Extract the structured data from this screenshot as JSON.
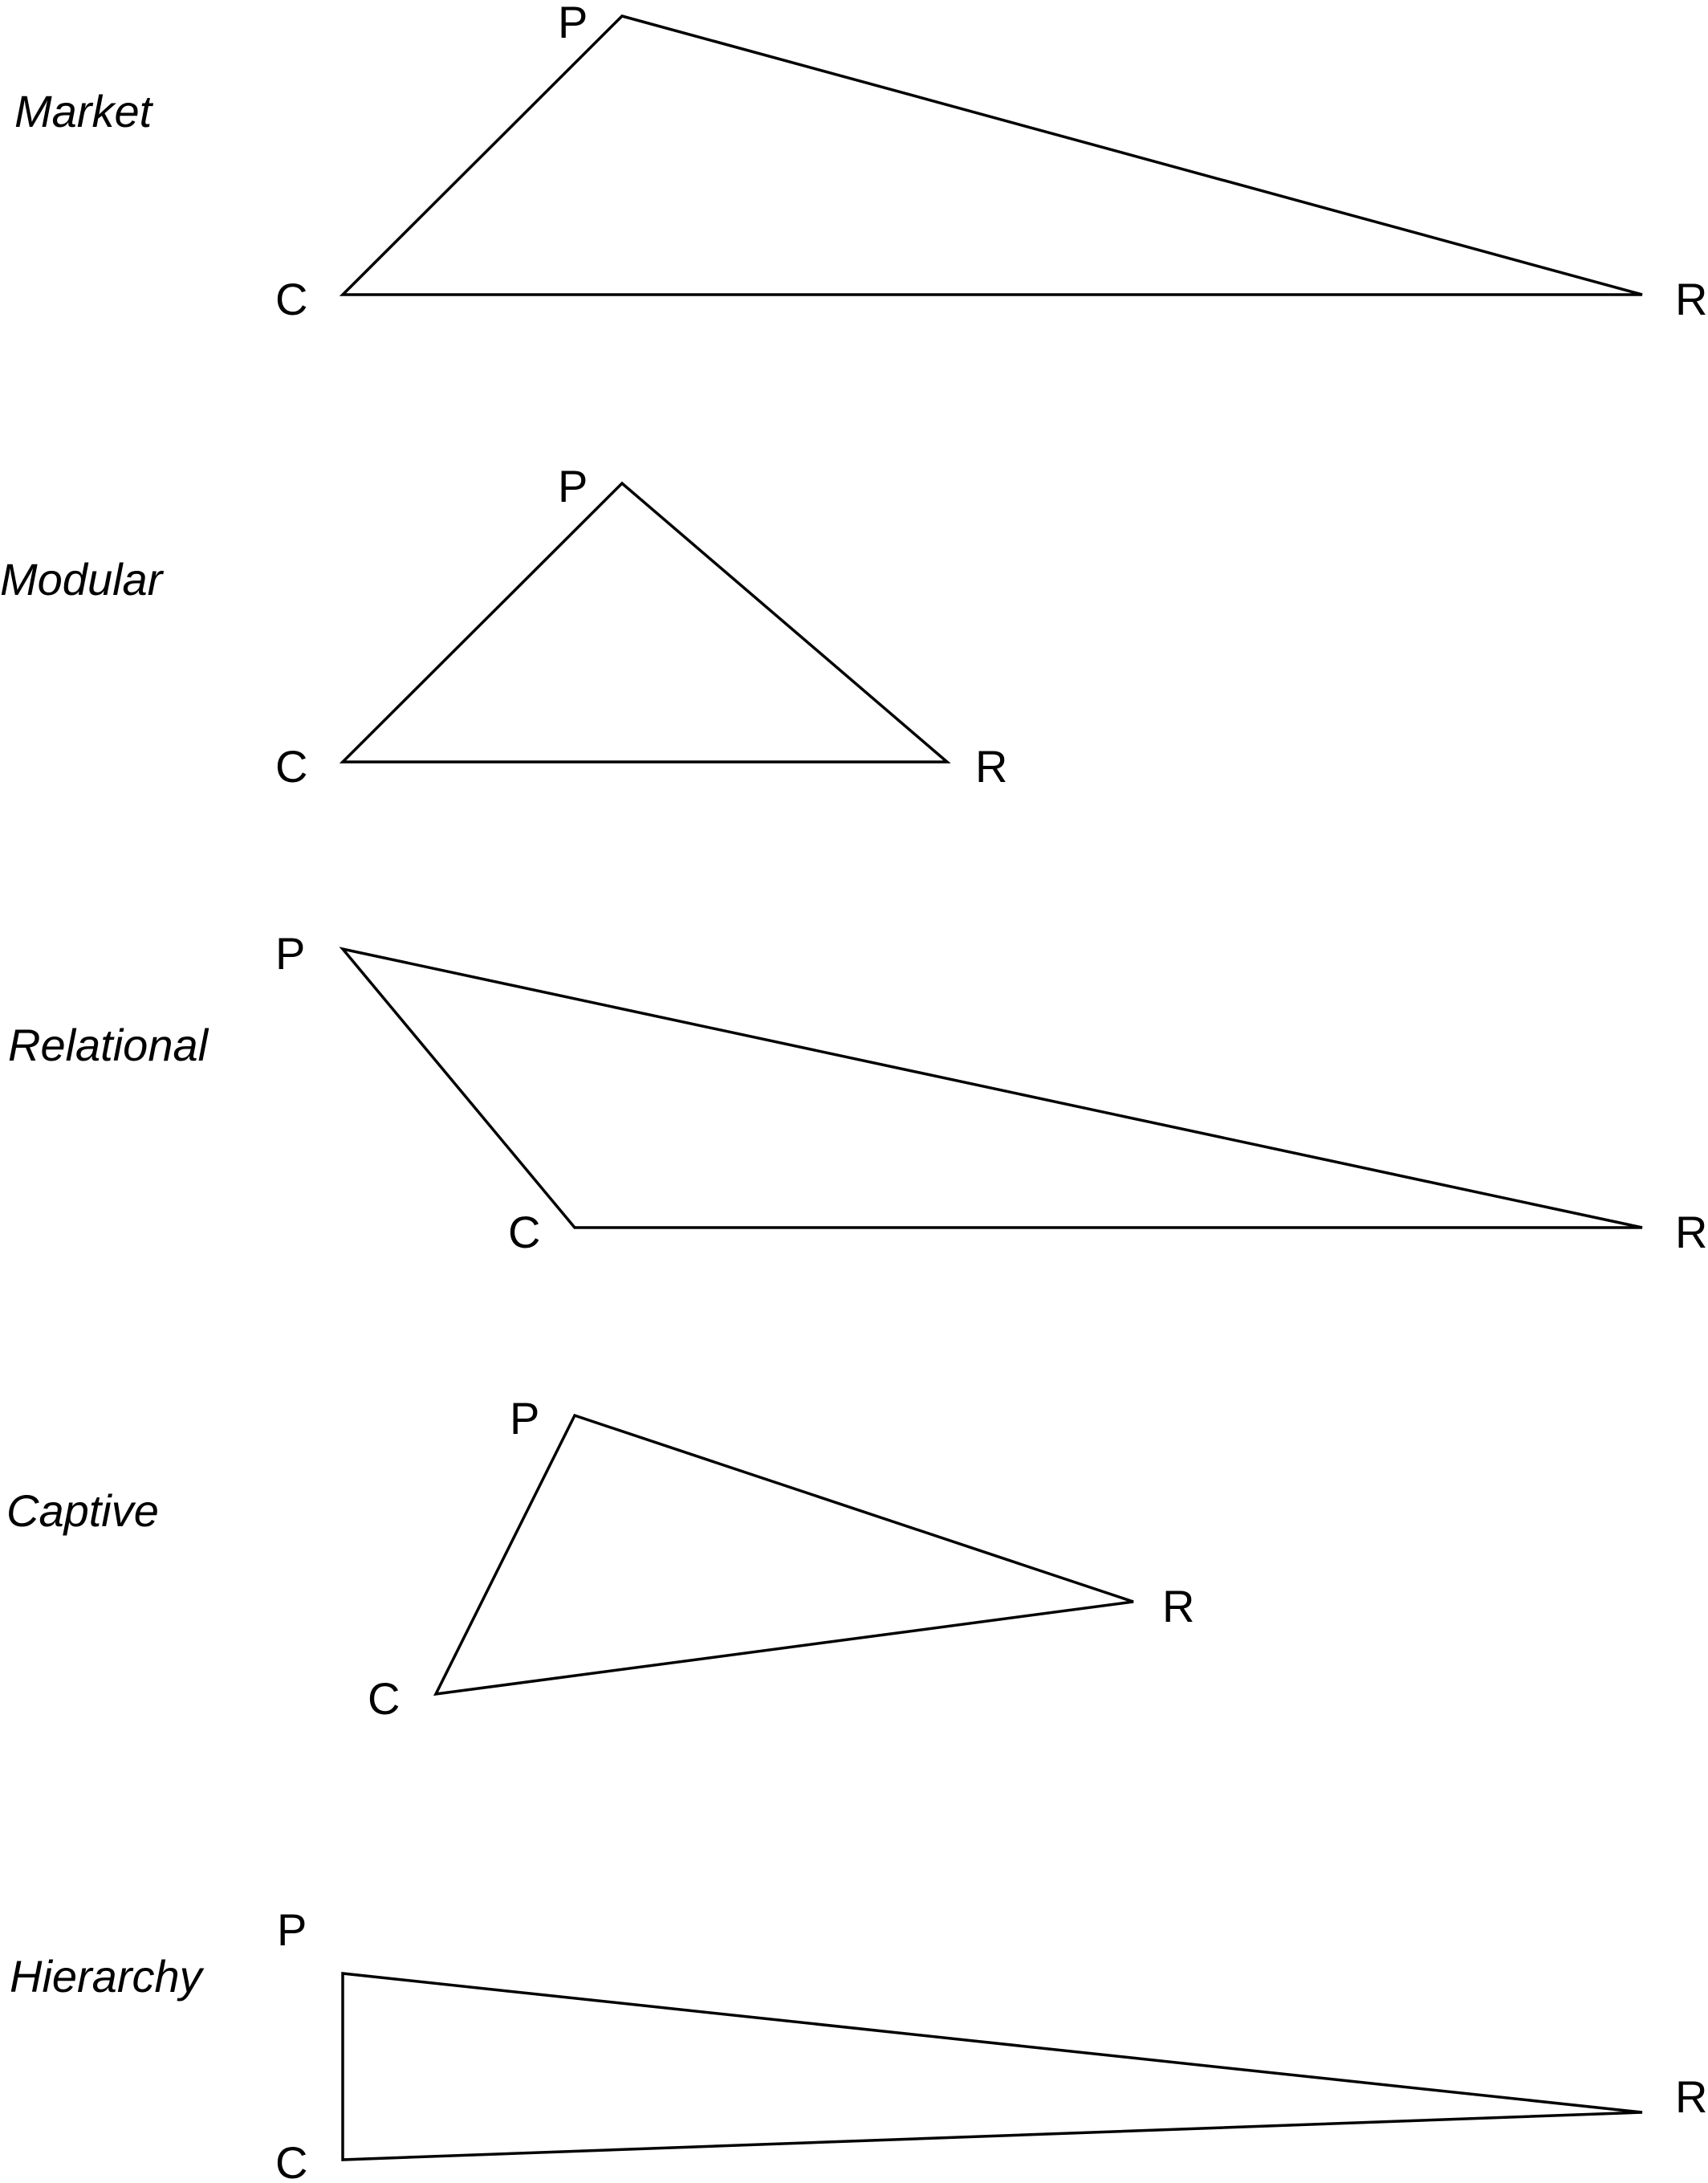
{
  "panels": [
    {
      "title": "Market",
      "vertices": {
        "P": "P",
        "C": "C",
        "R": "R"
      }
    },
    {
      "title": "Modular",
      "vertices": {
        "P": "P",
        "C": "C",
        "R": "R"
      }
    },
    {
      "title": "Relational",
      "vertices": {
        "P": "P",
        "C": "C",
        "R": "R"
      }
    },
    {
      "title": "Captive",
      "vertices": {
        "P": "P",
        "C": "C",
        "R": "R"
      }
    },
    {
      "title": "Hierarchy",
      "vertices": {
        "P": "P",
        "C": "C",
        "R": "R"
      }
    }
  ],
  "colors": {
    "stroke": "#000000",
    "text": "#000000",
    "background": "#ffffff"
  }
}
